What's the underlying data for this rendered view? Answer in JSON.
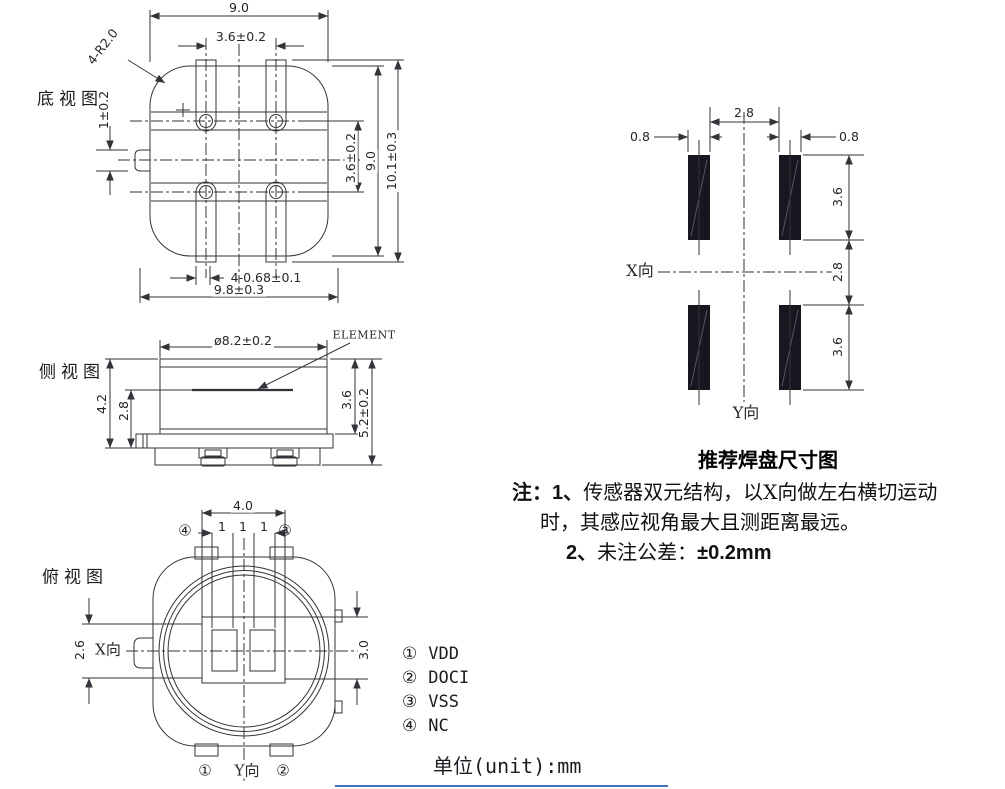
{
  "views": {
    "bottom": {
      "label": "底视图",
      "dims": {
        "body_width_top": "9.0",
        "pin_pitch_horizontal": "3.6±0.2",
        "corner_radius": "4-R2.0",
        "tab_width": "1±0.2",
        "pin_pitch_vertical": "3.6±0.2",
        "body_height": "9.0",
        "overall_height": "10.1±0.3",
        "pin_slot": "4-0.68±0.1",
        "overall_width": "9.8±0.3"
      }
    },
    "side": {
      "label": "侧视图",
      "element_label": "ELEMENT",
      "dims": {
        "can_diameter": "ø8.2±0.2",
        "can_total_height": "4.2",
        "element_height": "2.8",
        "can_height": "3.6",
        "overall_height": "5.2±0.2"
      }
    },
    "top": {
      "label": "俯视图",
      "dims": {
        "window_width": "4.0",
        "element_a": "1",
        "element_b": "1",
        "element_c": "1",
        "window_offset": "2.6",
        "window_height": "3.0"
      },
      "axis_x_label": "X向",
      "axis_y_label": "Y向",
      "pin_marker_1": "①",
      "pin_marker_2": "②",
      "pin_marker_3": "③",
      "pin_marker_4": "④"
    },
    "pad_layout": {
      "title": "推荐焊盘尺寸图",
      "axis_x_label": "X向",
      "axis_y_label": "Y向",
      "dims": {
        "pad_width_left": "0.8",
        "pad_inner_gap": "2.8",
        "pad_width_right": "0.8",
        "pad_height_top": "3.6",
        "row_gap": "2.8",
        "pad_height_bottom": "3.6"
      }
    }
  },
  "notes": {
    "prefix": "注：",
    "item1_num": "1、",
    "item1_line1": "传感器双元结构，以X向做左右横切运动",
    "item1_line2": "时，其感应视角最大且测距离最远。",
    "item2_num": "2、",
    "item2_text": "未注公差：",
    "item2_value": "±0.2mm"
  },
  "pins": [
    {
      "num": "①",
      "name": "VDD"
    },
    {
      "num": "②",
      "name": "DOCI"
    },
    {
      "num": "③",
      "name": "VSS"
    },
    {
      "num": "④",
      "name": "NC"
    }
  ],
  "unit_label": "单位(unit):mm",
  "colors": {
    "line": "#33333a",
    "pad_fill": "#17171f",
    "accent_blue": "#4472c4",
    "text": "#26262c"
  }
}
